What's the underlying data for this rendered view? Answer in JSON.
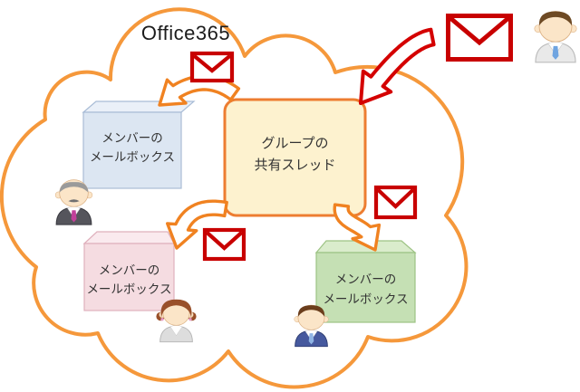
{
  "diagram": {
    "title": "Office365",
    "center_box": {
      "lines": [
        "グループの",
        "共有スレッド"
      ]
    },
    "member_boxes": [
      {
        "id": "member-mailbox-blue",
        "lines": [
          "メンバーの",
          "メールボックス"
        ]
      },
      {
        "id": "member-mailbox-pink",
        "lines": [
          "メンバーの",
          "メールボックス"
        ]
      },
      {
        "id": "member-mailbox-green",
        "lines": [
          "メンバーの",
          "メールボックス"
        ]
      }
    ],
    "icons": {
      "envelopes": [
        "mail-envelope-external",
        "mail-envelope-to-blue",
        "mail-envelope-to-pink",
        "mail-envelope-to-green"
      ],
      "persons": [
        "external-sender-person",
        "member-man-gray-suit",
        "member-woman",
        "member-man-blue-suit"
      ],
      "arrows": [
        "incoming-mail-arrow",
        "arrow-to-blue-mailbox",
        "arrow-to-pink-mailbox",
        "arrow-to-green-mailbox"
      ]
    },
    "colors": {
      "cloud_outline": "#F5983B",
      "center_box_fill": "#FDF2CF",
      "center_box_border": "#ED7D31",
      "blue_box_fill": "#DCE6F2",
      "blue_box_top": "#EAF0F8",
      "blue_box_border": "#A9BCD6",
      "pink_box_fill": "#F5DCE1",
      "pink_box_top": "#FAEAEE",
      "pink_box_border": "#DFB0BC",
      "green_box_fill": "#C5E0B4",
      "green_box_top": "#DAECCC",
      "green_box_border": "#9DC384",
      "envelope_red": "#C80000",
      "arrow_red": "#D40000",
      "arrow_orange": "#F08221",
      "label_text": "#333333"
    }
  }
}
